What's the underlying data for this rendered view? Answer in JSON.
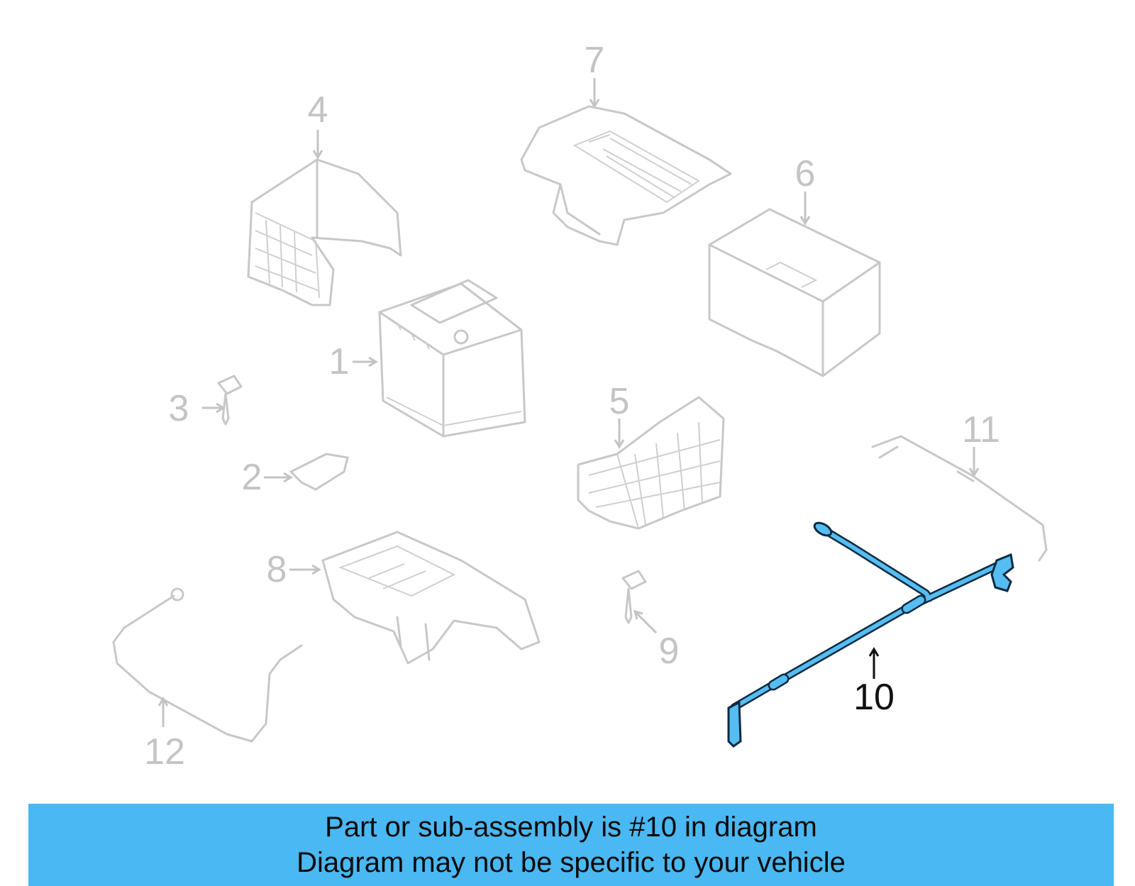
{
  "diagram": {
    "callouts": {
      "c1": "1",
      "c2": "2",
      "c3": "3",
      "c4": "4",
      "c5": "5",
      "c6": "6",
      "c7": "7",
      "c8": "8",
      "c9": "9",
      "c10": "10",
      "c11": "11",
      "c12": "12"
    },
    "highlight_part": "10",
    "colors": {
      "highlight_fill": "#55bdf2",
      "highlight_outline": "#0e2a40",
      "ghost_parts": "#c8c8c8",
      "banner": "#4ab8f2"
    }
  },
  "banner": {
    "line1": "Part or sub-assembly is #10 in diagram",
    "line2": "Diagram may not be specific to your vehicle"
  }
}
